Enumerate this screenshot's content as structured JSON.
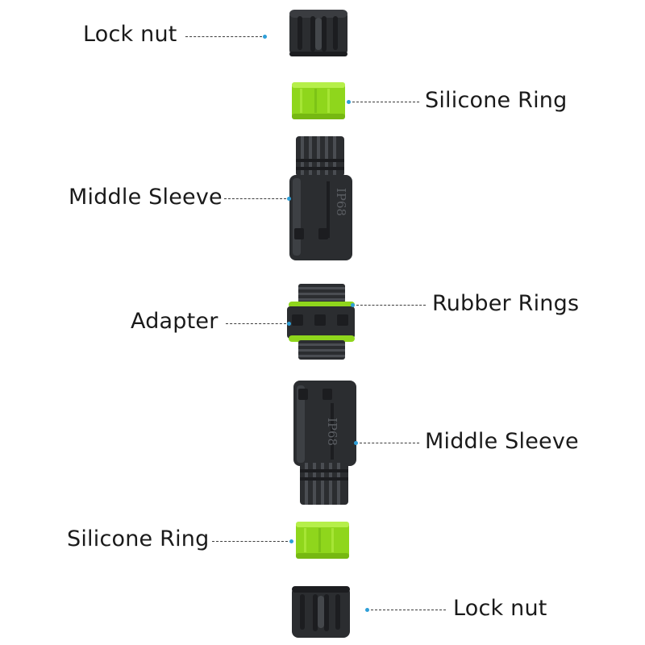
{
  "labels": {
    "lock_nut_top": "Lock nut",
    "silicone_ring_top": "Silicone Ring",
    "middle_sleeve_top": "Middle Sleeve",
    "rubber_rings": "Rubber Rings",
    "adapter": "Adapter",
    "middle_sleeve_bottom": "Middle Sleeve",
    "silicone_ring_bottom": "Silicone Ring",
    "lock_nut_bottom": "Lock nut"
  },
  "markings": {
    "sleeve_top": "IP68",
    "sleeve_bottom": "IP68"
  },
  "colors": {
    "part_black": "#2b2d30",
    "part_dark": "#1c1d20",
    "part_highlight": "#55585d",
    "silicone_green": "#8fd61c",
    "silicone_light": "#b6ef4a",
    "leader_dot": "#2e9fd8",
    "leader_line": "#3c3c3c"
  }
}
